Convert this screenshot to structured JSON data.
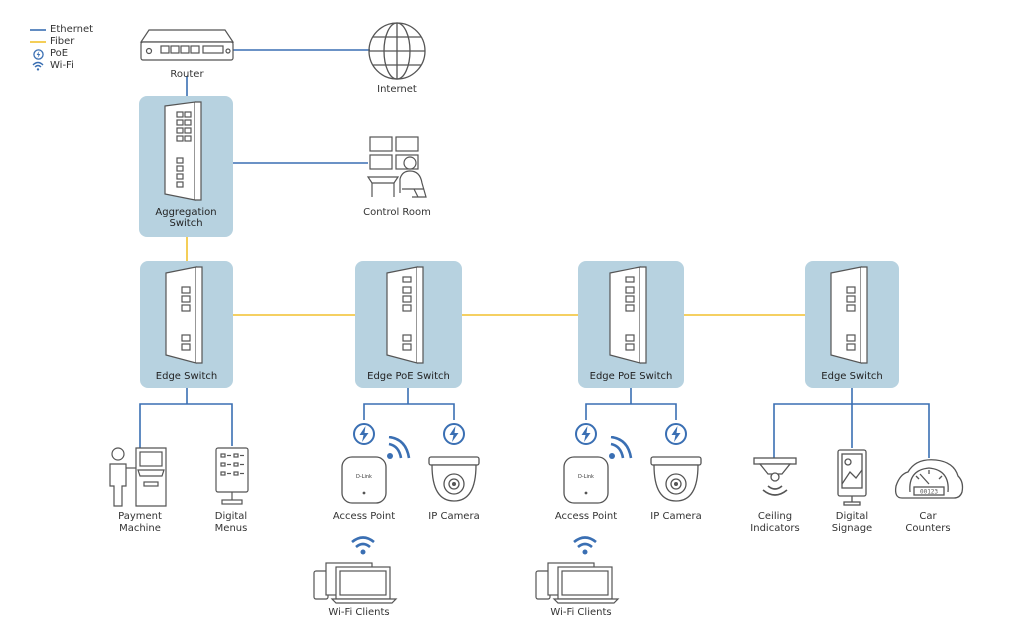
{
  "legend": {
    "ethernet": "Ethernet",
    "fiber": "Fiber",
    "poe": "PoE",
    "wifi": "Wi-Fi"
  },
  "colors": {
    "ethernet": "#3a6fb3",
    "fiber": "#f2c12e",
    "switch_fill": "#b7d2e0",
    "icon_stroke": "#555555"
  },
  "nodes": {
    "router": "Router",
    "internet": "Internet",
    "control_room": "Control Room",
    "aggregation_switch": [
      "Aggregation",
      "Switch"
    ],
    "edge_switch_1": "Edge Switch",
    "edge_poe_switch_1": "Edge PoE Switch",
    "edge_poe_switch_2": "Edge PoE Switch",
    "edge_switch_2": "Edge Switch",
    "payment_machine": [
      "Payment",
      "Machine"
    ],
    "digital_menus": [
      "Digital",
      "Menus"
    ],
    "access_point_1": "Access Point",
    "ip_camera_1": "IP Camera",
    "access_point_2": "Access Point",
    "ip_camera_2": "IP Camera",
    "ceiling_indicators": [
      "Ceiling",
      "Indicators"
    ],
    "digital_signage": [
      "Digital",
      "Signage"
    ],
    "car_counters": [
      "Car",
      "Counters"
    ],
    "wifi_clients_1": "Wi-Fi Clients",
    "wifi_clients_2": "Wi-Fi Clients"
  },
  "device_text": {
    "ap_brand": "D-Link",
    "counter_display": "00123"
  }
}
